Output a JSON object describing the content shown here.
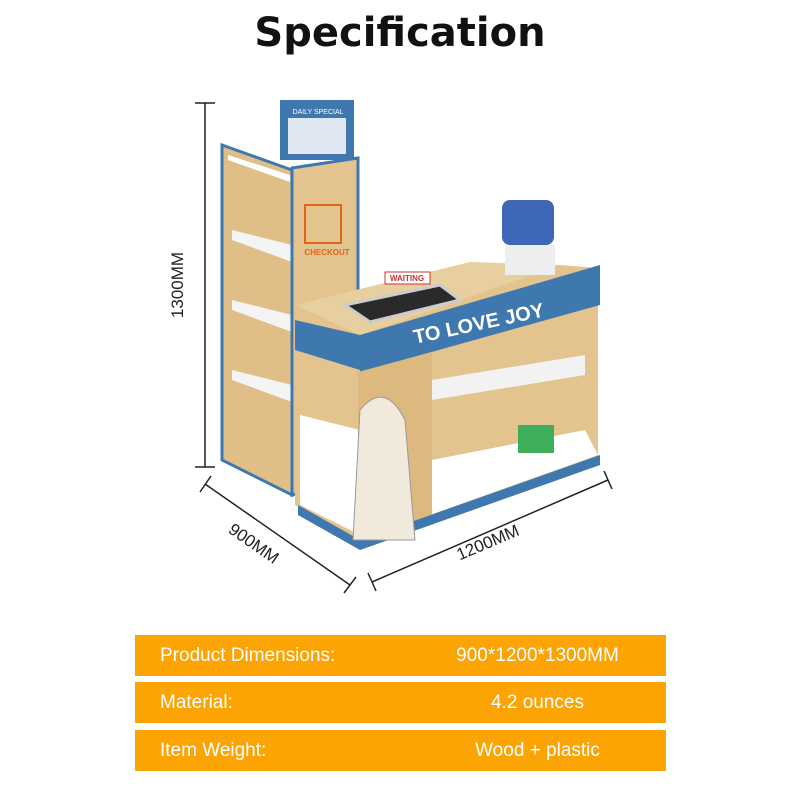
{
  "title": "Specification",
  "dimensions": {
    "height": "1300MM",
    "depth": "900MM",
    "width": "1200MM"
  },
  "product_labels": {
    "sign": "DAILY SPECIAL",
    "side_panel": "CHECKOUT",
    "counter_sign": "WAITING",
    "front_panel": "TO LOVE JOY"
  },
  "specs": [
    {
      "label": "Product Dimensions:",
      "value": "900*1200*1300MM"
    },
    {
      "label": "Material:",
      "value": "4.2 ounces"
    },
    {
      "label": "Item Weight:",
      "value": "Wood + plastic"
    }
  ],
  "colors": {
    "accent": "#FBA403",
    "panel_blue": "#3F78AE",
    "wood": "#E3C48F"
  }
}
